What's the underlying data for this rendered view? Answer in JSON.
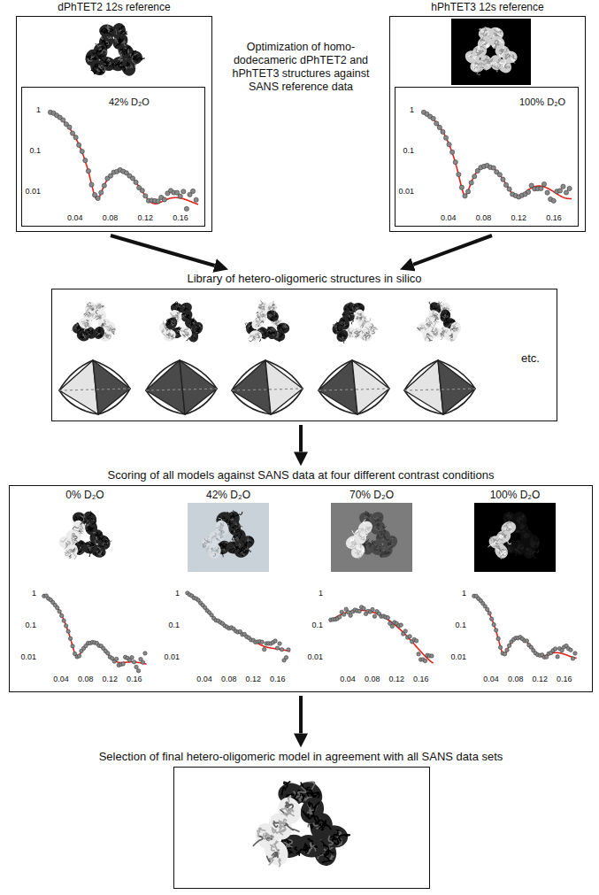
{
  "diagram": {
    "nodes": [
      {
        "text": [
          "dPhTET2 12s reference"
        ]
      },
      {
        "text": [
          "42% D₂O"
        ],
        "in": 0
      },
      {
        "text": [
          "hPhTET3 12s reference"
        ]
      },
      {
        "text": [
          "100% D₂O"
        ],
        "in": 2
      },
      {
        "text": [
          "Library of hetero-oligomeric structures in silico",
          "etc."
        ]
      },
      {
        "text": [
          "Scoring of all models against SANS data at four different contrast conditions"
        ]
      },
      {
        "text": [
          "0% D₂O"
        ],
        "in": 5
      },
      {
        "text": [
          "42% D₂O"
        ],
        "in": 5
      },
      {
        "text": [
          "70% D₂O"
        ],
        "in": 5
      },
      {
        "text": [
          "100% D₂O"
        ],
        "in": 5
      },
      {
        "text": [
          "Selection of final hetero-oligomeric model in agreement with all SANS data sets"
        ]
      }
    ],
    "edges": [
      {
        "from": 0,
        "to": 4,
        "arrow": "to"
      },
      {
        "from": 2,
        "to": 4,
        "arrow": "to"
      },
      {
        "from": 4,
        "to": 5,
        "arrow": "to"
      },
      {
        "from": 5,
        "to": 10,
        "arrow": "to"
      }
    ],
    "labels": [
      "Optimization of homo-dodecameric dPhTET2 and hPhTET3 structures against SANS reference data",
      "1",
      "0.1",
      "0.01",
      "0.04",
      "0.08",
      "0.12",
      "0.16",
      "1",
      "0.1",
      "0.01",
      "0.04",
      "0.08",
      "0.12",
      "0.16",
      "1",
      "0.1",
      "0.01",
      "0.04",
      "0.08",
      "0.12",
      "0.16",
      "1",
      "0.1",
      "0.01",
      "0.04",
      "0.08",
      "0.12",
      "0.16",
      "1",
      "0.1",
      "0.01",
      "0.04",
      "0.08",
      "0.12",
      "0.16",
      "1",
      "0.1",
      "0.01",
      "0.04",
      "0.08",
      "0.12",
      "0.16"
    ]
  }
}
